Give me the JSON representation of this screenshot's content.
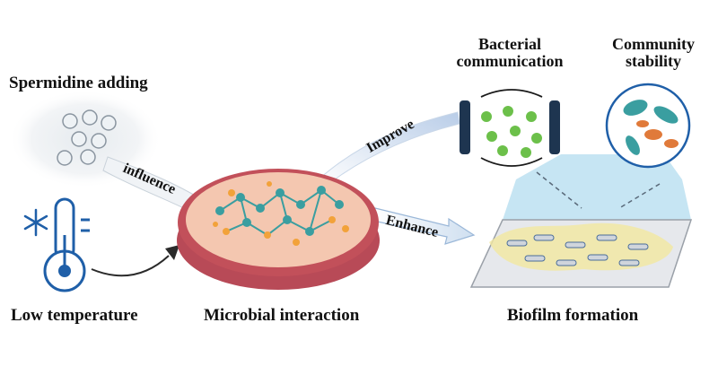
{
  "labels": {
    "spermidine": "Spermidine adding",
    "low_temp": "Low temperature",
    "microbial": "Microbial interaction",
    "biofilm": "Biofilm formation",
    "bacterial_comm_1": "Bacterial",
    "bacterial_comm_2": "communication",
    "community_1": "Community",
    "community_2": "stability"
  },
  "arrows": {
    "influence": "influence",
    "improve": "Improve",
    "enhance": "Enhance"
  },
  "icons": {
    "vesicles": "spermidine-vesicles-icon",
    "thermometer": "thermometer-snowflake-icon",
    "dish": "petri-dish-icon",
    "communication": "quorum-sensing-icon",
    "community": "bacterial-community-icon",
    "biofilm": "biofilm-slab-icon"
  },
  "colors": {
    "thermo_blue": "#1f5fa8",
    "dish_rim": "#c2505a",
    "dish_fill": "#f4c7b0",
    "node_teal": "#3a9ea0",
    "node_orange": "#f2a23a",
    "signal_green": "#6cc04a",
    "wall_navy": "#1e3550",
    "cone_blue": "#8ecbe8",
    "membrane_yellow": "#f3e7a0"
  }
}
